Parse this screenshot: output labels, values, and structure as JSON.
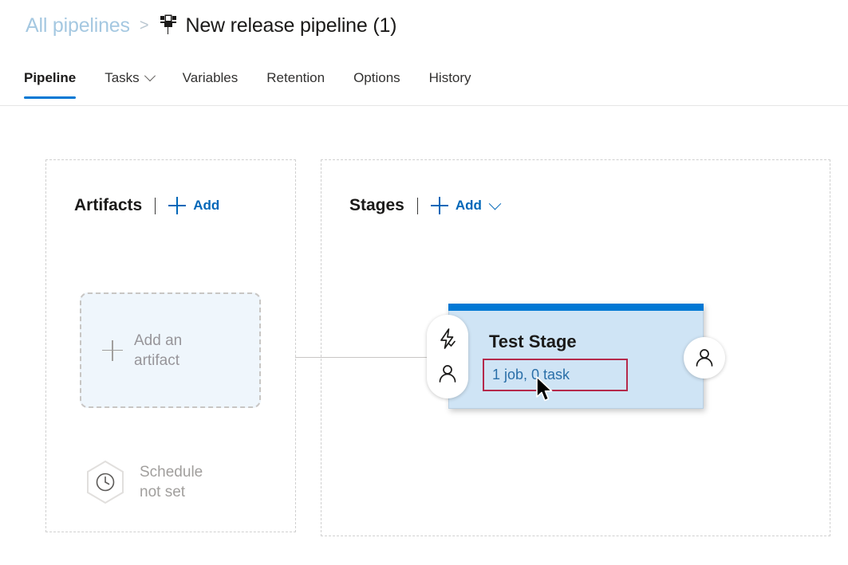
{
  "breadcrumb": {
    "parent_label": "All pipelines",
    "separator": ">",
    "current_label": "New release pipeline (1)",
    "current_icon": "release-pipeline-icon"
  },
  "tabs": [
    {
      "label": "Pipeline",
      "active": true,
      "has_chevron": false
    },
    {
      "label": "Tasks",
      "active": false,
      "has_chevron": true
    },
    {
      "label": "Variables",
      "active": false,
      "has_chevron": false
    },
    {
      "label": "Retention",
      "active": false,
      "has_chevron": false
    },
    {
      "label": "Options",
      "active": false,
      "has_chevron": false
    },
    {
      "label": "History",
      "active": false,
      "has_chevron": false
    }
  ],
  "artifacts_panel": {
    "title": "Artifacts",
    "add_label": "Add",
    "add_icon": "plus-icon",
    "add_artifact_line1": "Add an",
    "add_artifact_line2": "artifact",
    "add_artifact_icon": "plus-icon",
    "schedule_line1": "Schedule",
    "schedule_line2": "not set",
    "schedule_icon": "clock-icon"
  },
  "stages_panel": {
    "title": "Stages",
    "add_label": "Add",
    "add_icon": "plus-icon",
    "add_chevron_icon": "chevron-down-icon",
    "stage": {
      "name": "Test Stage",
      "jobs_tasks_label": "1 job, 0 task",
      "pre_deploy_trigger_icon": "lightning-bolt-icon",
      "pre_deploy_approval_icon": "person-icon",
      "post_deploy_approval_icon": "person-icon"
    }
  },
  "colors": {
    "accent_blue": "#0078d4",
    "link_blue": "#0067b8",
    "breadcrumb_blue": "#a5c8e1",
    "stage_body_blue": "#cfe4f5",
    "artifact_box_blue": "#eff6fc",
    "highlight_red": "#b5294b",
    "muted_gray": "#a19f9d"
  }
}
